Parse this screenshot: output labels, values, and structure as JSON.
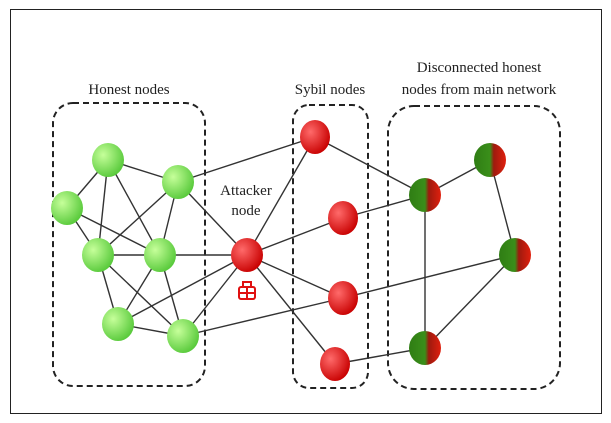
{
  "labels": {
    "honest": "Honest nodes",
    "sybil": "Sybil nodes",
    "disconnected_line1": "Disconnected honest",
    "disconnected_line2": "nodes from main network",
    "attacker_line1": "Attacker",
    "attacker_line2": "node"
  },
  "colors": {
    "honest_fill": "#7fe05a",
    "honest_highlight": "#c6ff9a",
    "sybil_fill": "#e01010",
    "sybil_highlight": "#ff6a6a",
    "disconnected_green": "#3a8f1a",
    "disconnected_red": "#d21a10",
    "edge": "#333333",
    "attacker_icon": "#e01010"
  },
  "icons": {
    "attacker_badge": "bomb-icon"
  }
}
